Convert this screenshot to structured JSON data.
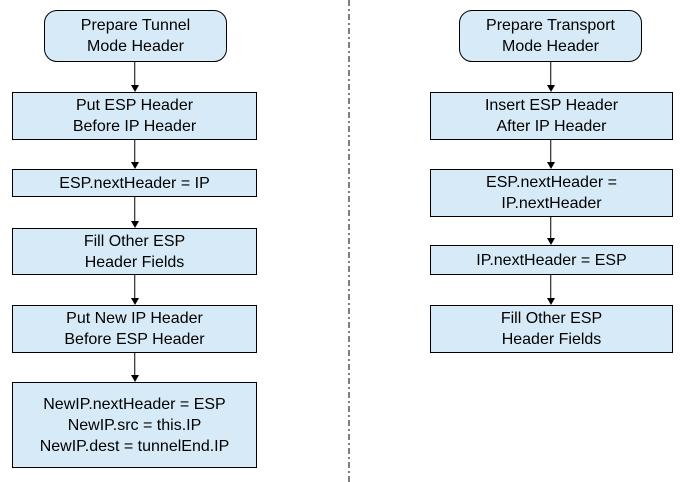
{
  "colors": {
    "box_fill": "#D6EBF7",
    "box_border": "#000000",
    "arrow": "#000000",
    "separator": "#7F7F7F",
    "background": "#FFFFFF"
  },
  "left_flow": {
    "start": "Prepare Tunnel\nMode Header",
    "steps": [
      "Put ESP Header\nBefore IP Header",
      "ESP.nextHeader = IP",
      "Fill Other ESP\nHeader Fields",
      "Put New IP Header\nBefore ESP Header",
      "NewIP.nextHeader = ESP\nNewIP.src = this.IP\nNewIP.dest = tunnelEnd.IP"
    ]
  },
  "right_flow": {
    "start": "Prepare Transport\nMode Header",
    "steps": [
      "Insert ESP Header\nAfter IP Header",
      "ESP.nextHeader =\nIP.nextHeader",
      "IP.nextHeader = ESP",
      "Fill Other ESP\nHeader Fields"
    ]
  }
}
